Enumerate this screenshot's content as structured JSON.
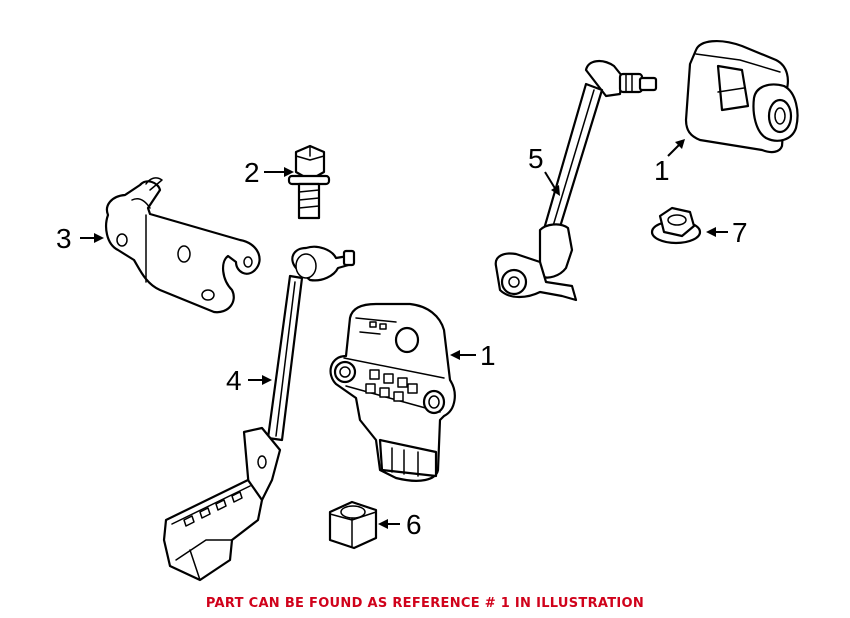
{
  "callouts": [
    {
      "id": "1",
      "label": "1"
    },
    {
      "id": "2",
      "label": "2"
    },
    {
      "id": "3",
      "label": "3"
    },
    {
      "id": "4",
      "label": "4"
    },
    {
      "id": "5",
      "label": "5"
    },
    {
      "id": "6",
      "label": "6"
    },
    {
      "id": "7",
      "label": "7"
    },
    {
      "id": "1b",
      "label": "1"
    }
  ],
  "footer_note": "PART CAN BE FOUND AS REFERENCE # 1 IN ILLUSTRATION",
  "colors": {
    "footer_text": "#d0021b",
    "line": "#000000",
    "background": "#ffffff"
  }
}
